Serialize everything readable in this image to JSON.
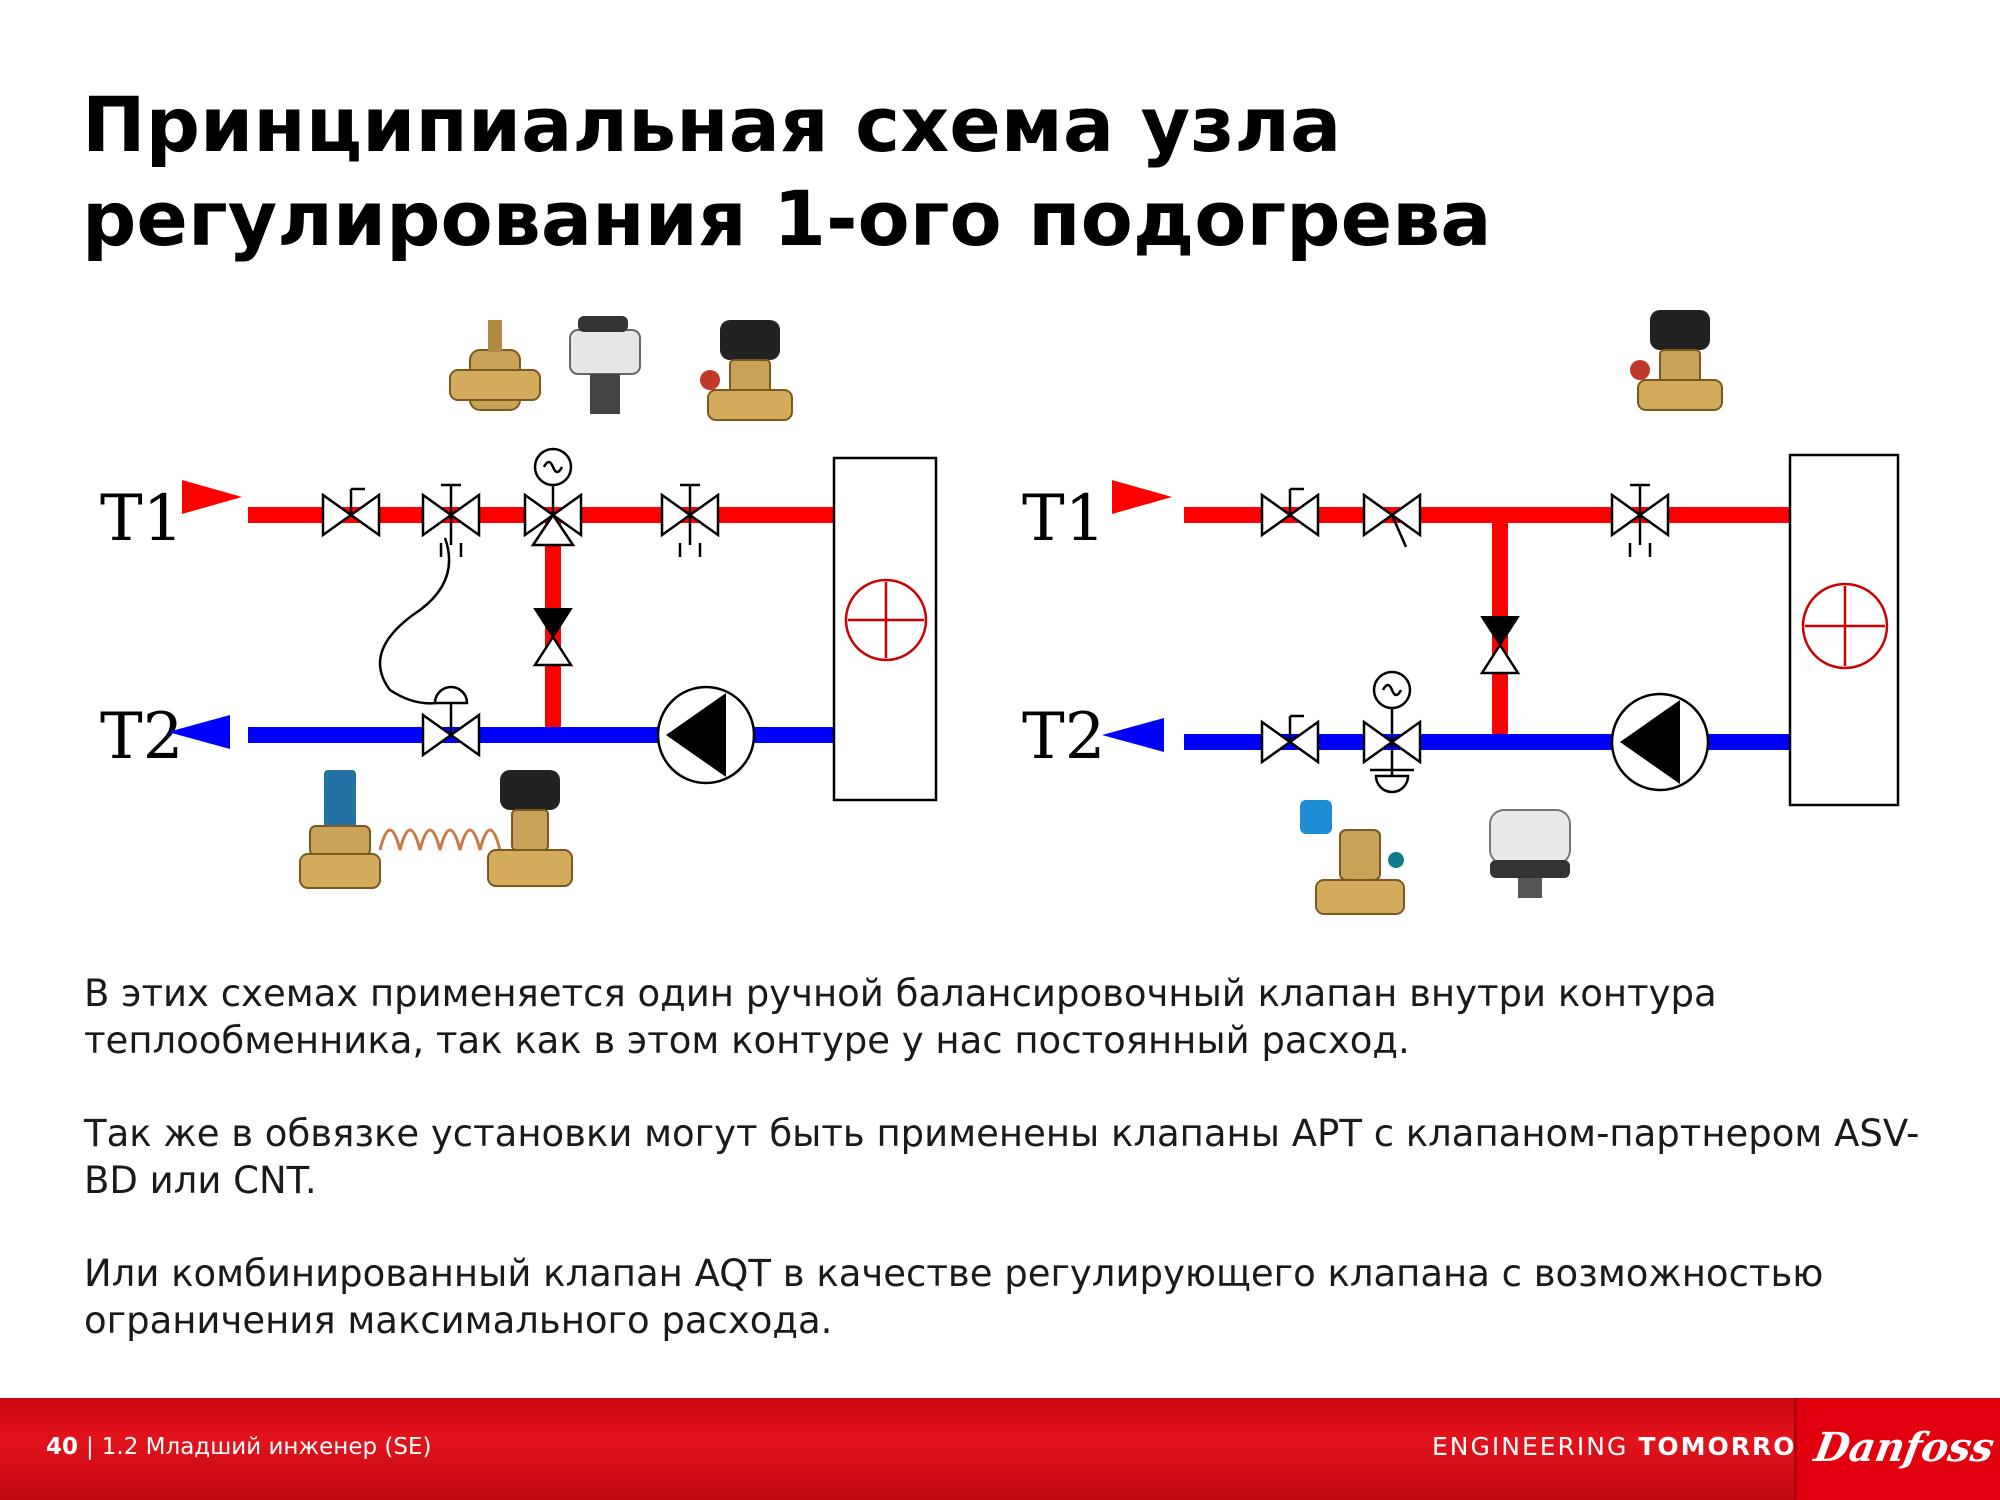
{
  "title": {
    "line1": "Принципиальная схема узла",
    "line2": "регулирования 1-ого подогрева"
  },
  "diagram": {
    "left": {
      "supply_label": "T1",
      "return_label": "T2"
    },
    "right": {
      "supply_label": "T1",
      "return_label": "T2"
    },
    "colors": {
      "supply": "#ff0000",
      "return": "#0000ff",
      "heat_exchanger": "#cc0000"
    }
  },
  "paragraphs": [
    "В этих схемах применяется один ручной балансировочный клапан внутри контура теплообменника, так как в этом контуре у нас постоянный расход.",
    "Так же в обвязке установки могут быть применены клапаны APT с клапаном-партнером ASV-BD или CNT.",
    "Или комбинированный клапан AQT в качестве регулирующего клапана с возможностью ограничения максимального расхода."
  ],
  "footer": {
    "page_number": "40",
    "course": "1.2 Младший инженер (SE)",
    "slogan_light": "ENGINEERING",
    "slogan_bold": "TOMORROW",
    "brand": "Danfoss",
    "brand_color": "#e2000f"
  }
}
